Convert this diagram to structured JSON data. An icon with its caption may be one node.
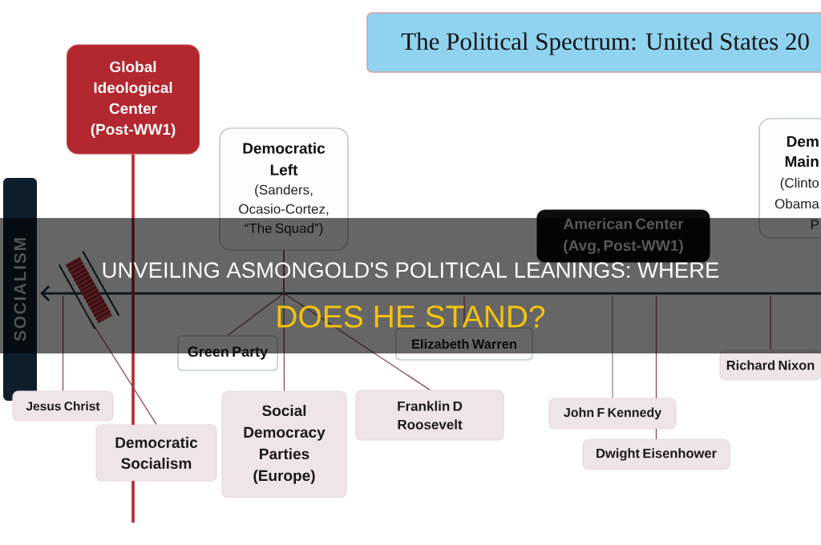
{
  "diagram": {
    "title": "The Political Spectrum: United States 20",
    "nodes": [
      {
        "text": [
          "SOCIALISM"
        ]
      },
      {
        "text": [
          "Global Ideological Center (Post-WW1)"
        ]
      },
      {
        "text": [
          "Democratic Left",
          "(Sanders, Ocasio-Cortez, “The Squad”)"
        ]
      },
      {
        "text": [
          "American Center (Avg, Post-WW1)"
        ]
      },
      {
        "text": [
          "Dem Main",
          "(Clinto Obama P"
        ]
      },
      {
        "text": [
          "Green Party"
        ]
      },
      {
        "text": [
          "Elizabeth Warren"
        ]
      },
      {
        "text": [
          "Richard Nixon"
        ]
      },
      {
        "text": [
          "Jesus Christ"
        ]
      },
      {
        "text": [
          "Democratic Socialism"
        ]
      },
      {
        "text": [
          "Social Democracy Parties (Europe)"
        ]
      },
      {
        "text": [
          "Franklin D Roosevelt"
        ]
      },
      {
        "text": [
          "John F Kennedy"
        ]
      },
      {
        "text": [
          "Dwight Eisenhower"
        ]
      }
    ],
    "edges": [
      {
        "from": 1,
        "to": null,
        "arrow": "none",
        "style": "thick",
        "color": "#b22a31"
      },
      {
        "from": 2,
        "to": 10,
        "arrow": "none"
      },
      {
        "from": 2,
        "to": 5,
        "arrow": "none"
      },
      {
        "from": 2,
        "to": 11,
        "arrow": "none"
      },
      {
        "from": 6,
        "to": null,
        "arrow": "none"
      },
      {
        "from": 8,
        "to": null,
        "arrow": "none"
      },
      {
        "from": 9,
        "to": null,
        "arrow": "none"
      },
      {
        "from": 12,
        "to": null,
        "arrow": "none",
        "color": "#8e8e8e"
      },
      {
        "from": 13,
        "to": null,
        "arrow": "none"
      },
      {
        "from": 7,
        "to": null,
        "arrow": "none"
      }
    ],
    "labels": [
      "UNVEILING ASMONGOLD'S POLITICAL LEANINGS: WHERE",
      "DOES HE STAND?"
    ]
  }
}
